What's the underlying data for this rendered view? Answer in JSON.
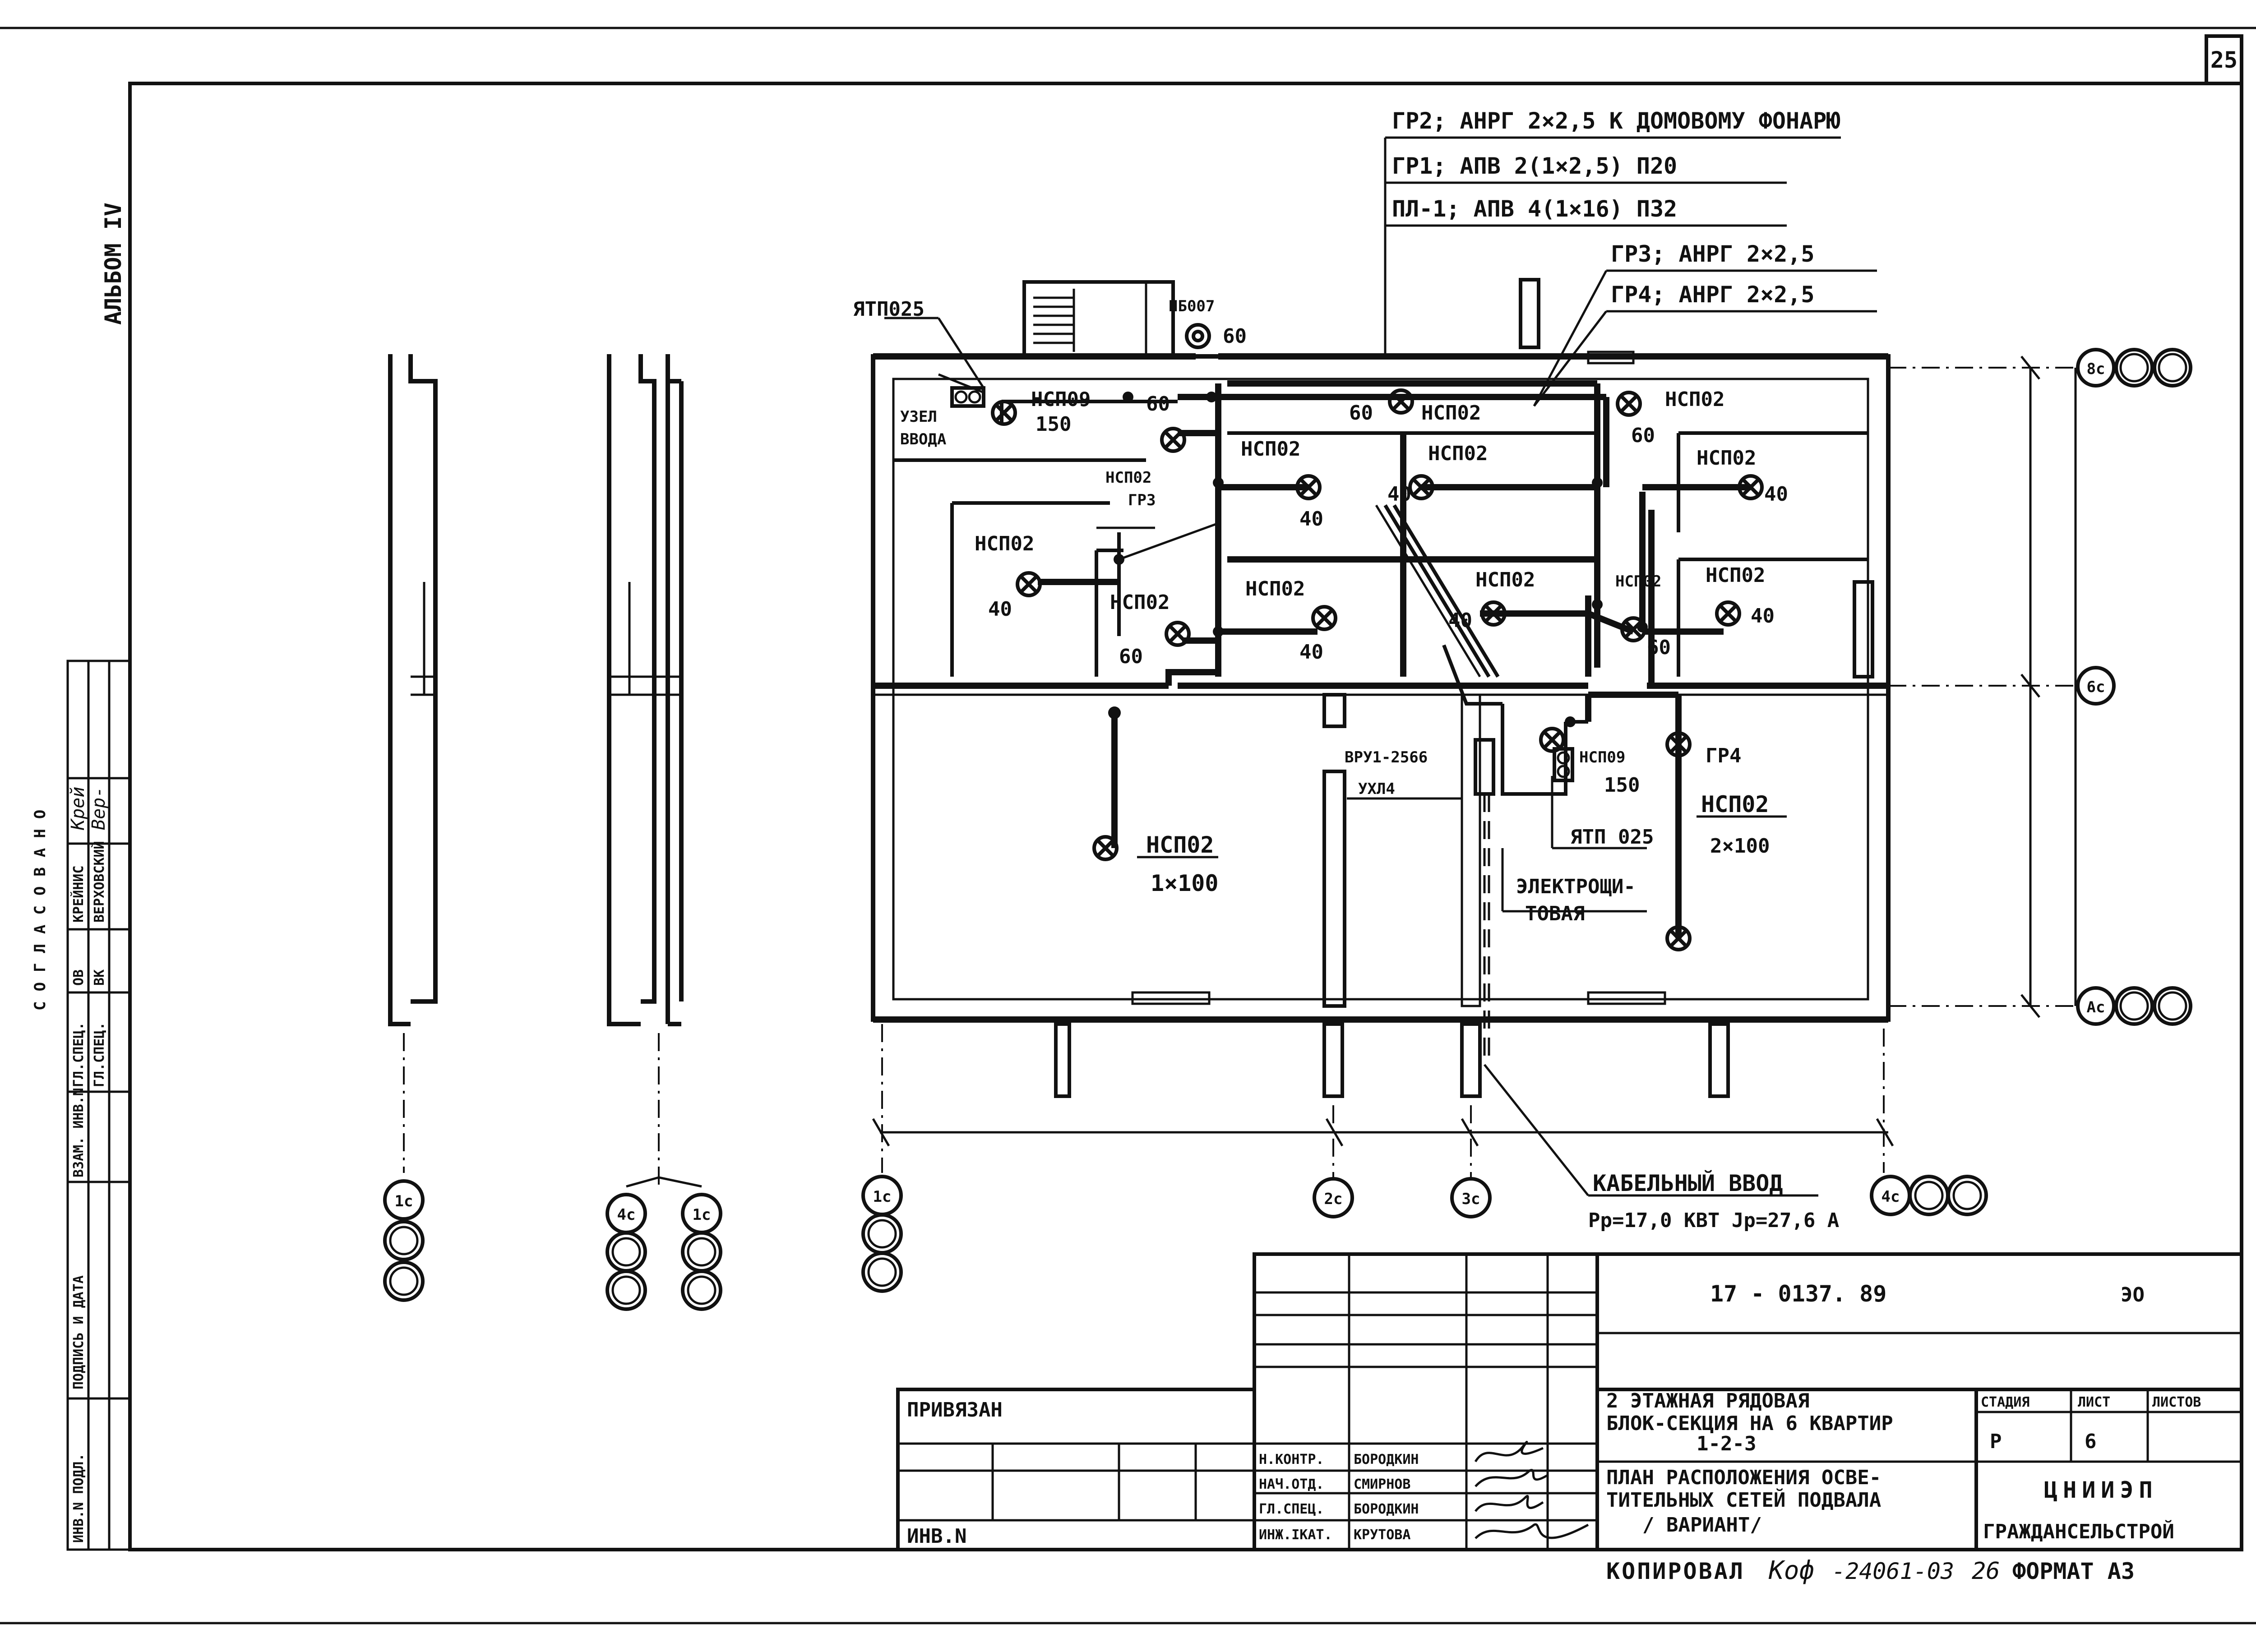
{
  "sheet_number": "25",
  "album_label": "АЛЬБОМ IV",
  "left_stamp": {
    "title": "СОГЛАСОВАНО",
    "rows": [
      {
        "role": "ГЛ.СПЕЦ.",
        "dept": "ОВ",
        "name": "КРЕЙНИС",
        "sign": "Крей"
      },
      {
        "role": "ГЛ.СПЕЦ.",
        "dept": "ВК",
        "name": "ВЕРХОВСКИЙ",
        "sign": "Вер-"
      }
    ],
    "inventory_cells": [
      "ВЗАМ. ИНВ.N",
      "ПОДПИСЬ И ДАТА",
      "ИНВ.N ПОДЛ."
    ]
  },
  "feeder_labels": [
    "ГР2; АНРГ 2×2,5 К ДОМОВОМУ ФОНАРЮ",
    "ГР1; АПВ 2(1×2,5) П20",
    "ПЛ-1; АПВ 4(1×16) П32",
    "ГР3; АНРГ 2×2,5",
    "ГР4; АНРГ 2×2,5"
  ],
  "equipment_labels": {
    "ytp_top": "ЯТП025",
    "nb007": "НБ007",
    "nb007_w": "60",
    "uzel_line1": "УЗЕЛ",
    "uzel_line2": "ВВОДА",
    "ncp09_top": "НСП09",
    "ncp09_top_w": "150",
    "vru": "ВРУ1-2566",
    "vru_sub": "УХЛ4",
    "ncp09_mid": "НСП09",
    "ncp09_mid_w": "150",
    "ytp_mid": "ЯТП 025",
    "elec_line1": "ЭЛЕКТРОЩИ-",
    "elec_line2": "ТОВАЯ",
    "gr3_tag": "ГР3",
    "gr4_tag": "ГР4",
    "cable_title": "КАБЕЛЬНЫЙ ВВОД",
    "cable_params": "Pр=17,0 КВТ  Jр=27,6 А"
  },
  "fixtures": {
    "type": "НСП02",
    "w40": "40",
    "w60": "60",
    "big_left_w": "1×100",
    "big_right_w": "2×100"
  },
  "axes": {
    "row": [
      "8с",
      "6с",
      "Ас"
    ],
    "col": [
      "1с",
      "2с",
      "3с",
      "4с"
    ],
    "left_section": [
      "1с",
      "4с",
      "1с"
    ]
  },
  "title_block": {
    "doc_code": "17 - 0137. 89",
    "doc_mark": "ЭО",
    "project_line1": "2 ЭТАЖНАЯ РЯДОВАЯ",
    "project_line2": "БЛОК-СЕКЦИЯ НА 6 КВАРТИР",
    "project_line3": "1-2-3",
    "sheet_line1": "ПЛАН РАСПОЛОЖЕНИЯ ОСВЕ-",
    "sheet_line2": "ТИТЕЛЬНЫХ СЕТЕЙ ПОДВАЛА",
    "sheet_line3": "/ ВАРИАНТ/",
    "stage_h": "СТАДИЯ",
    "sheet_h": "ЛИСТ",
    "sheets_h": "ЛИСТОВ",
    "stage": "Р",
    "sheet": "6",
    "org1": "ЦНИИЭП",
    "org2": "ГРАЖДАНСЕЛЬСТРОЙ",
    "privyazan": "ПРИВЯЗАН",
    "inv": "ИНВ.N",
    "signers": [
      {
        "role": "Н.КОНТР.",
        "name": "БОРОДКИН"
      },
      {
        "role": "НАЧ.ОТД.",
        "name": "СМИРНОВ"
      },
      {
        "role": "ГЛ.СПЕЦ.",
        "name": "БОРОДКИН"
      },
      {
        "role": "ИНЖ.IКАТ.",
        "name": "КРУТОВА"
      }
    ]
  },
  "footer": {
    "copied": "КОПИРОВАЛ",
    "copy_sign": "Коф",
    "order": "-24061-03",
    "page": "26",
    "format": "ФОРМАТ А3"
  }
}
